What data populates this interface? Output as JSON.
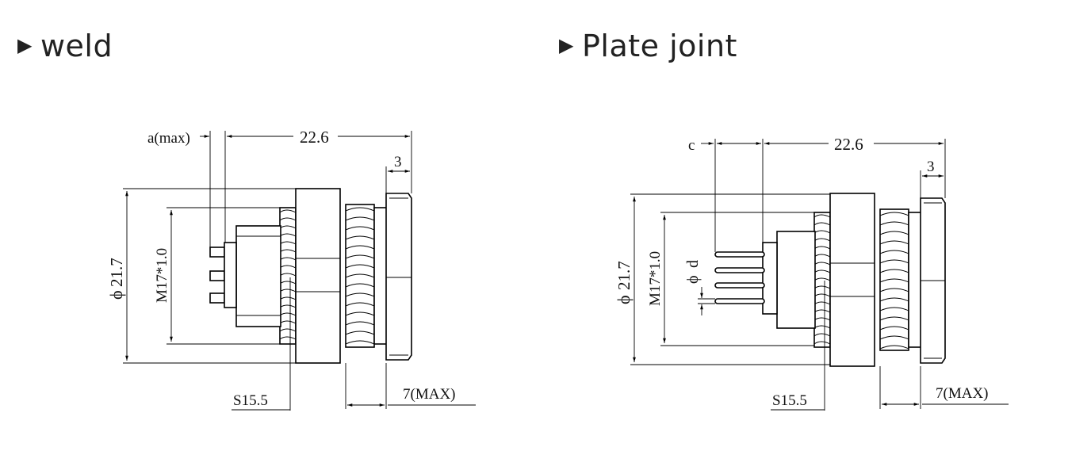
{
  "headings": {
    "weld": "weld",
    "plate": "Plate joint",
    "marker_icon": "right-triangle-icon"
  },
  "weld_drawing": {
    "a_max": "a(max)",
    "length": "22.6",
    "flange": "3",
    "diameter": "21.7",
    "thread": "M17*1.0",
    "hex": "S15.5",
    "panel_max": "7(MAX)",
    "dia_symbol": "ϕ"
  },
  "plate_drawing": {
    "c": "c",
    "length": "22.6",
    "flange": "3",
    "diameter": "21.7",
    "thread": "M17*1.0",
    "pin_dia": "d",
    "hex": "S15.5",
    "panel_max": "7(MAX)",
    "dia_symbol": "ϕ"
  }
}
